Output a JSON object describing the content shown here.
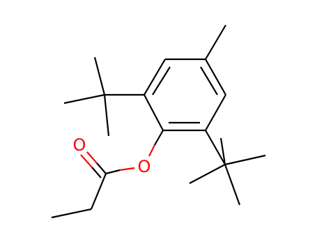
{
  "molecule": {
    "atom_labels": [
      {
        "id": "o-carbonyl",
        "text": "O"
      },
      {
        "id": "o-ester",
        "text": "O"
      }
    ]
  },
  "colors": {
    "bond": "#000000",
    "oxygen": "#ff0000",
    "background": "#ffffff"
  }
}
